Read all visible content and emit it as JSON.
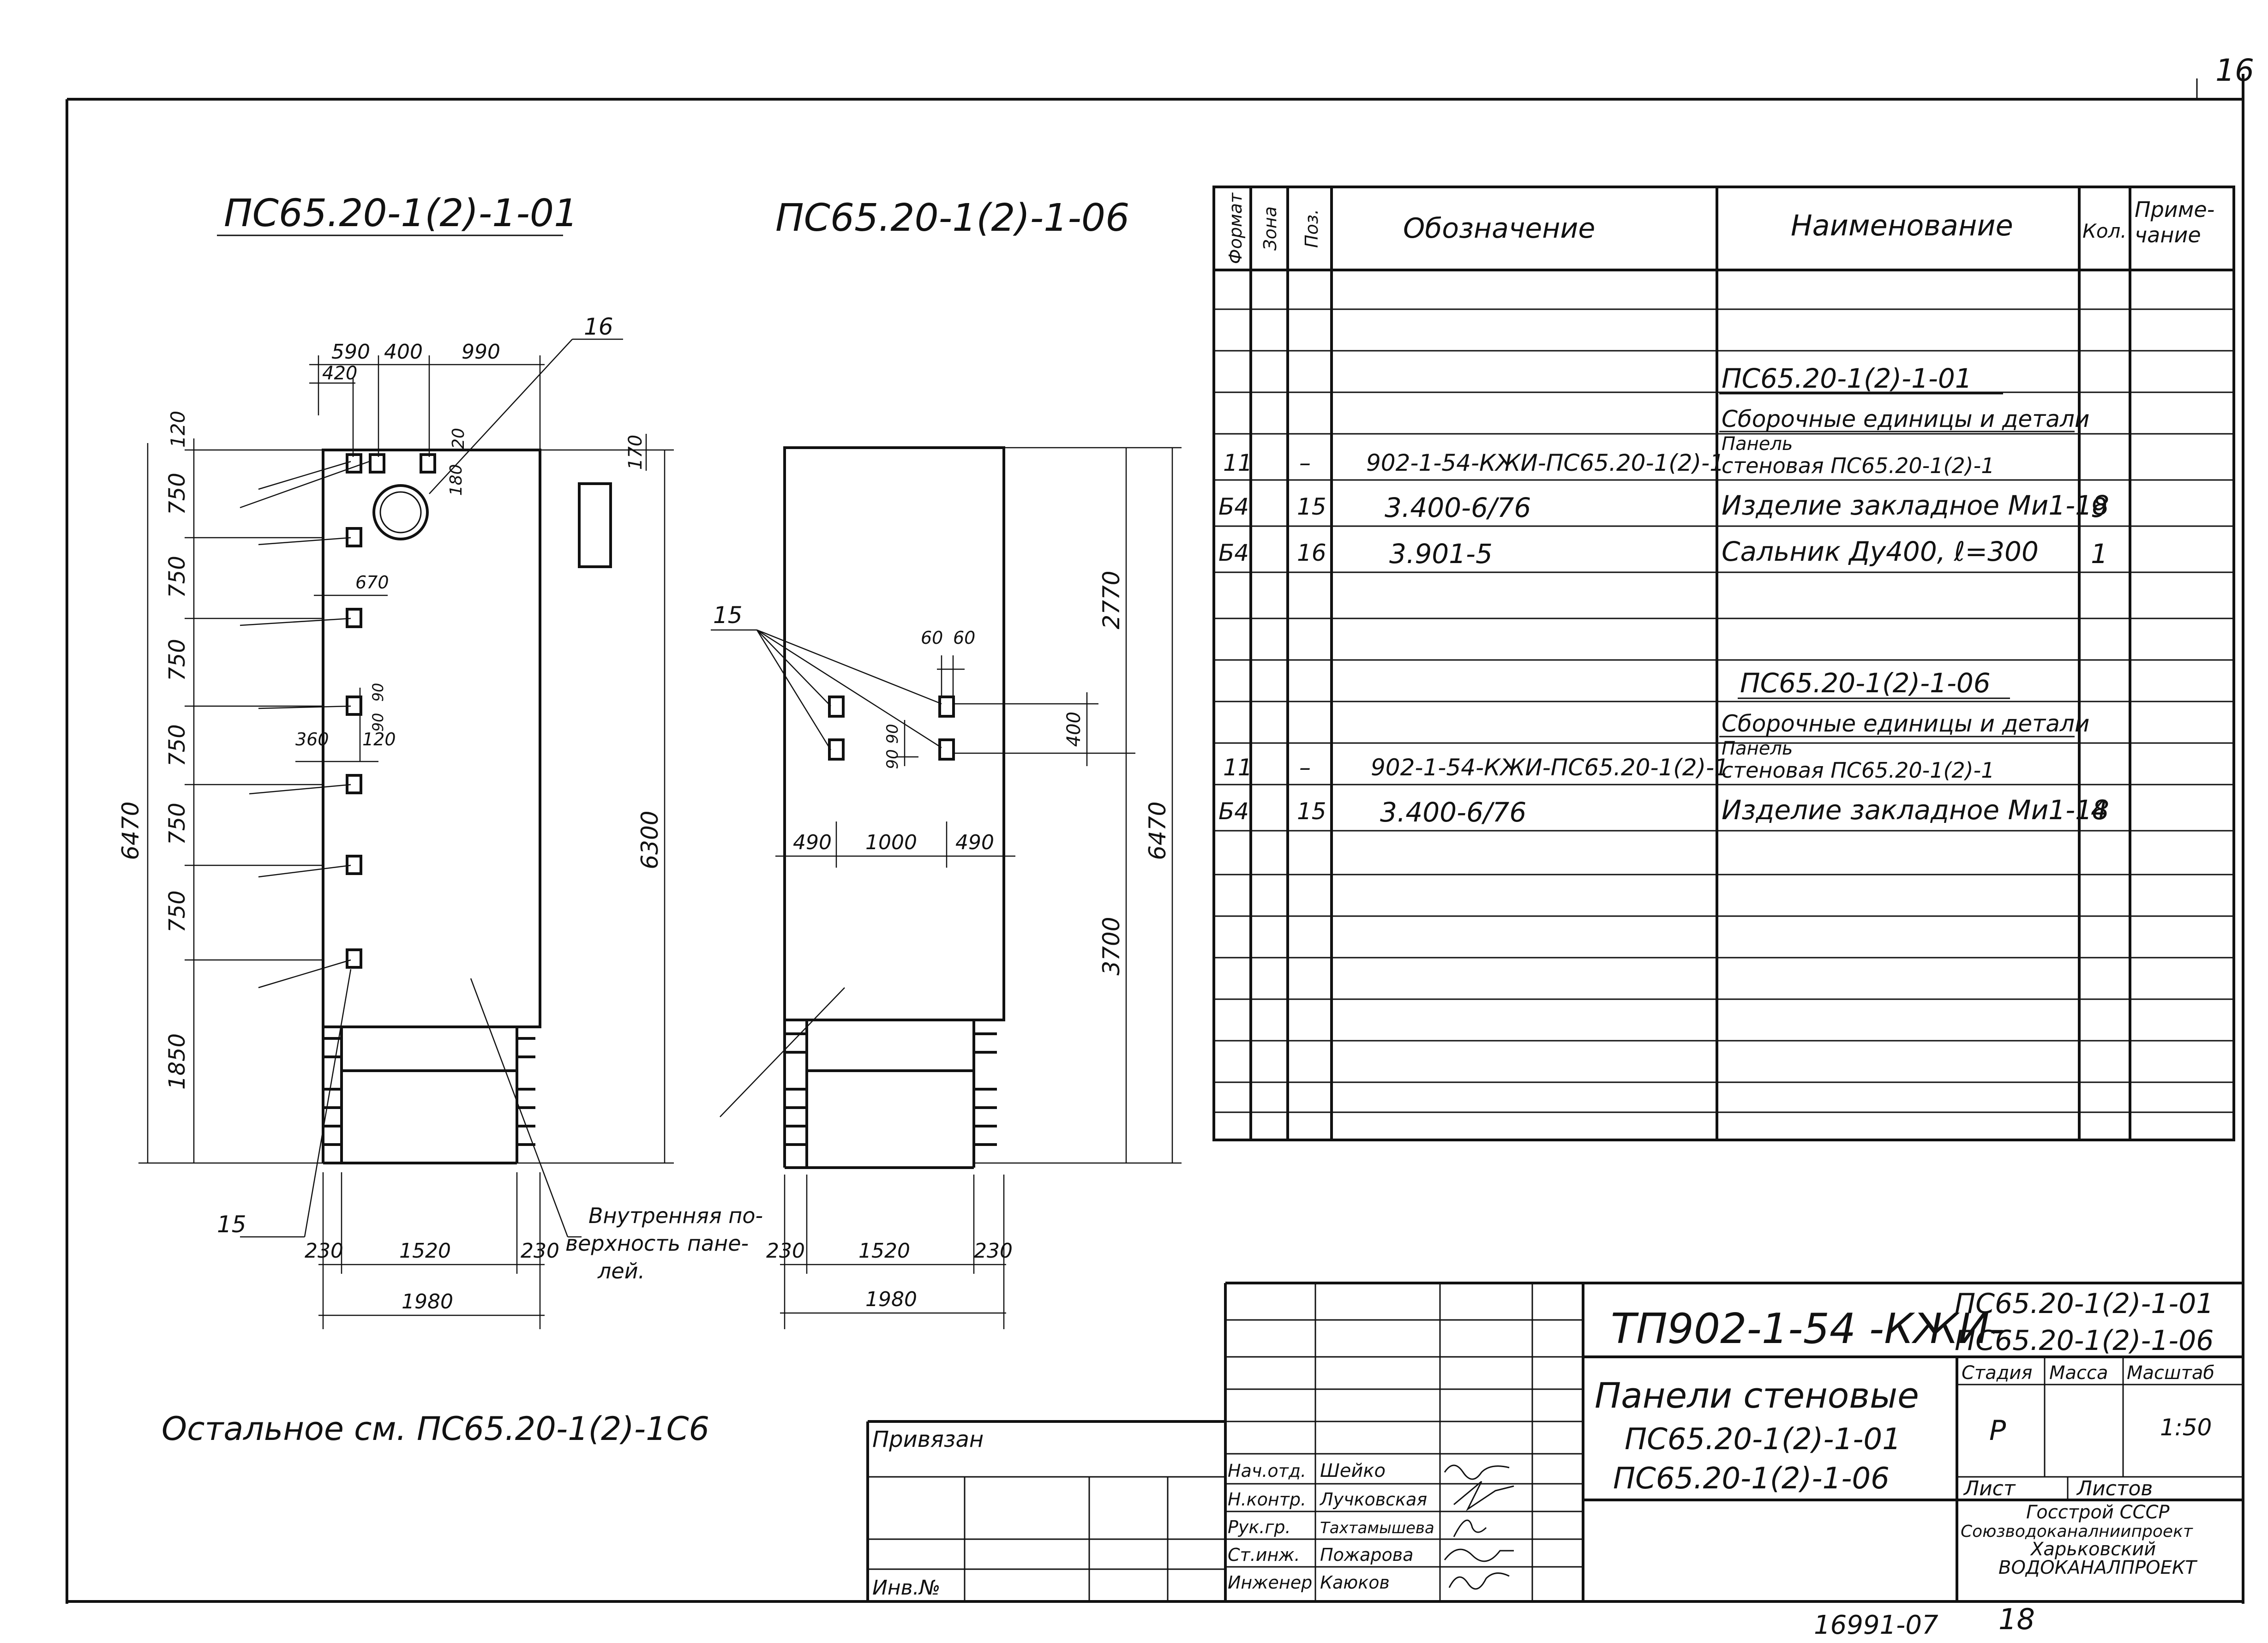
{
  "sheet_number": "16",
  "views": {
    "left_title": "ПС65.20-1(2)-1-01",
    "right_title": "ПС65.20-1(2)-1-06"
  },
  "left_dims": {
    "top": [
      "590",
      "400",
      "990"
    ],
    "top_sub": "420",
    "leader_16": "16",
    "side": [
      "120",
      "750",
      "750",
      "750",
      "750",
      "750",
      "750",
      "1850"
    ],
    "overall": "6470",
    "inner": "6300",
    "right_170": "170",
    "d_180": "180",
    "d_20": "20",
    "d_670": "670",
    "d_90a": "90",
    "d_90b": "90",
    "d_360": "360",
    "d_120": "120",
    "bottom": [
      "230",
      "1520",
      "230"
    ],
    "bottom_total": "1980",
    "leader_15": "15"
  },
  "right_dims": {
    "leader_15": "15",
    "d_60a": "60",
    "d_60b": "60",
    "d_400": "400",
    "d_90a": "90",
    "d_90b": "90",
    "mid": [
      "490",
      "1000",
      "490"
    ],
    "upper": "2770",
    "lower": "3700",
    "overall": "6470",
    "bottom": [
      "230",
      "1520",
      "230"
    ],
    "bottom_total": "1980"
  },
  "note_surface": [
    "Внутренняя по-",
    "верхность пане-",
    "лей."
  ],
  "note_rest": "Остальное см. ПС65.20-1(2)-1С6",
  "spec": {
    "headers": {
      "format": "Формат",
      "zone": "Зона",
      "pos": "Поз.",
      "designation": "Обозначение",
      "name": "Наименование",
      "qty": "Кол.",
      "note": [
        "Приме-",
        "чание"
      ]
    },
    "group1_title": "ПС65.20-1(2)-1-01",
    "group1_sub": "Сборочные единицы и детали",
    "group1_rows": [
      {
        "format": "11",
        "zone": "",
        "pos": "–",
        "designation": "902-1-54-КЖИ-ПС65.20-1(2)-1",
        "name": [
          "Панель",
          "стеновая ПС65.20-1(2)-1"
        ],
        "qty": ""
      },
      {
        "format": "Б4",
        "zone": "",
        "pos": "15",
        "designation": "3.400-6/76",
        "name": [
          "Изделие закладное Ми1-18"
        ],
        "qty": "9"
      },
      {
        "format": "Б4",
        "zone": "",
        "pos": "16",
        "designation": "3.901-5",
        "name": [
          "Сальник Ду400, ℓ=300"
        ],
        "qty": "1"
      }
    ],
    "group2_title": "ПС65.20-1(2)-1-06",
    "group2_sub": "Сборочные единицы и детали",
    "group2_rows": [
      {
        "format": "11",
        "zone": "",
        "pos": "–",
        "designation": "902-1-54-КЖИ-ПС65.20-1(2)-1",
        "name": [
          "Панель",
          "стеновая ПС65.20-1(2)-1"
        ],
        "qty": ""
      },
      {
        "format": "Б4",
        "zone": "",
        "pos": "15",
        "designation": "3.400-6/76",
        "name": [
          "Изделие закладное Ми1-18"
        ],
        "qty": "4"
      }
    ]
  },
  "title_block": {
    "code": "ТП902-1-54 -КЖИ-",
    "code_right": [
      "ПС65.20-1(2)-1-01",
      "ПС65.20-1(2)-1-06"
    ],
    "name": [
      "Панели стеновые",
      "ПС65.20-1(2)-1-01",
      "ПС65.20-1(2)-1-06"
    ],
    "stage_label": "Стадия",
    "mass_label": "Масса",
    "scale_label": "Масштаб",
    "stage": "Р",
    "scale": "1:50",
    "sheet_label": "Лист",
    "sheets_label": "Листов",
    "org": [
      "Госстрой СССР",
      "Союзводоканалниипроект",
      "Харьковский",
      "ВОДОКАНАЛПРОЕКТ"
    ],
    "roles": [
      {
        "role": "Нач.отд.",
        "person": "Шейко"
      },
      {
        "role": "Н.контр.",
        "person": "Лучковская"
      },
      {
        "role": "Рук.гр.",
        "person": "Тахтамышева"
      },
      {
        "role": "Ст.инж.",
        "person": "Пожарова"
      },
      {
        "role": "Инженер",
        "person": "Каюков"
      }
    ],
    "privyazan": "Привязан",
    "inv": "Инв.№"
  },
  "footer_code": "16991-07",
  "footer_page": "18"
}
